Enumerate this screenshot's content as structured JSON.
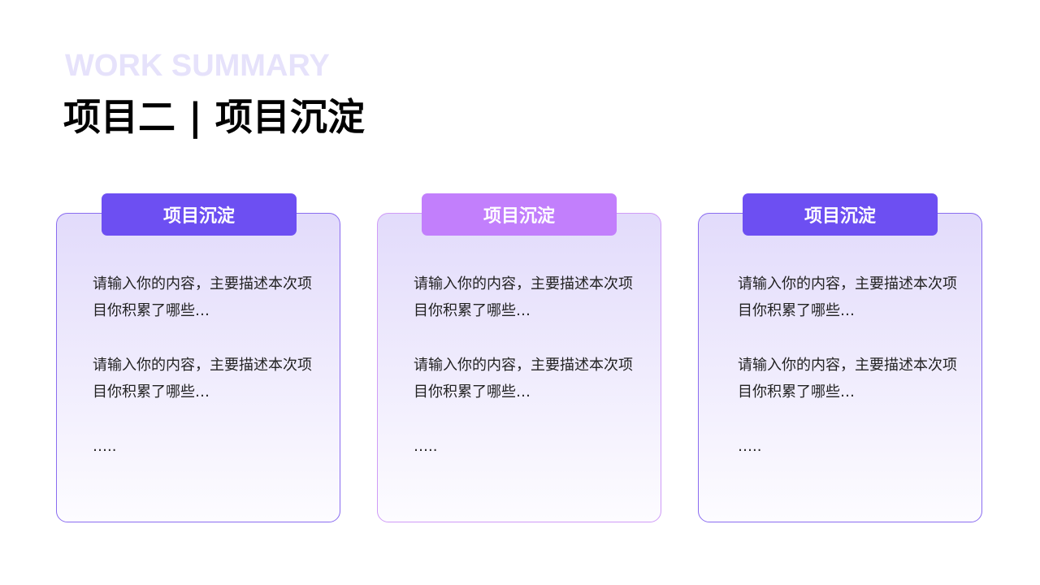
{
  "header": {
    "subtitle": "WORK SUMMARY",
    "title": "项目二 | 项目沉淀"
  },
  "cards": [
    {
      "label": "项目沉淀",
      "paragraphs": [
        "请输入你的内容，主要描述本次项目你积累了哪些…",
        "请输入你的内容，主要描述本次项目你积累了哪些…"
      ],
      "ellipsis": "….."
    },
    {
      "label": "项目沉淀",
      "paragraphs": [
        "请输入你的内容，主要描述本次项目你积累了哪些…",
        "请输入你的内容，主要描述本次项目你积累了哪些…"
      ],
      "ellipsis": "….."
    },
    {
      "label": "项目沉淀",
      "paragraphs": [
        "请输入你的内容，主要描述本次项目你积累了哪些…",
        "请输入你的内容，主要描述本次项目你积累了哪些…"
      ],
      "ellipsis": "….."
    }
  ],
  "colors": {
    "primary": "#6d4ff2",
    "secondary": "#c27ffc"
  }
}
